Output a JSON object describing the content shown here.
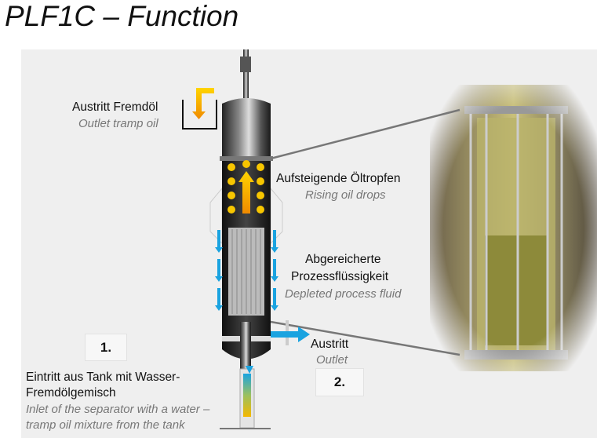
{
  "title": "PLF1C – Function",
  "labels": {
    "outlet_oil_de": "Austritt Fremdöl",
    "outlet_oil_en": "Outlet tramp oil",
    "rising_de": "Aufsteigende Öltropfen",
    "rising_en": "Rising oil drops",
    "depleted_de1": "Abgereicherte",
    "depleted_de2": "Prozessflüssigkeit",
    "depleted_en": "Depleted process fluid",
    "outlet_de": "Austritt",
    "outlet_en": "Outlet",
    "inlet_de1": "Eintritt aus Tank mit Wasser-",
    "inlet_de2": "Fremdölgemisch",
    "inlet_en1": "Inlet of the separator with a water –",
    "inlet_en2": "tramp oil mixture from the tank"
  },
  "steps": [
    "1.",
    "2."
  ],
  "colors": {
    "oil": "#f5b800",
    "water": "#1aa3e0",
    "panel": "#efefef"
  }
}
